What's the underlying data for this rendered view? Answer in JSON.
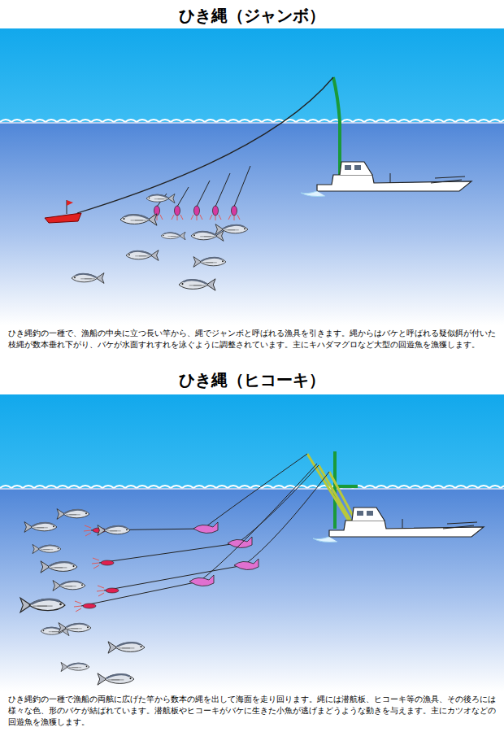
{
  "diagram": {
    "labels": [
      "ひき縄（ジャンボ）",
      "ひき縄釣の一種で、漁船の中央に立つ長い竿から、縄でジャンボと呼ばれる漁具を引きます。縄からはバケと呼ばれる疑似餌が付いた枝縄が数本垂れ下がり、バケが水面すれすれを泳ぐように調整されています。主にキハダマグロなど大型の回遊魚を漁獲します。",
      "ひき縄（ヒコーキ）",
      "ひき縄釣の一種で漁船の両舷に広げた竿から数本の縄を出して海面を走り回ります。縄には潜航板、ヒコーキ等の漁具、その後ろには様々な色、形のバケが結ばれています。潜航板やヒコーキがバケに生きた小魚が逃げまどうような動きを与えます。主にカツオなどの回遊魚を漁獲します。"
    ]
  }
}
